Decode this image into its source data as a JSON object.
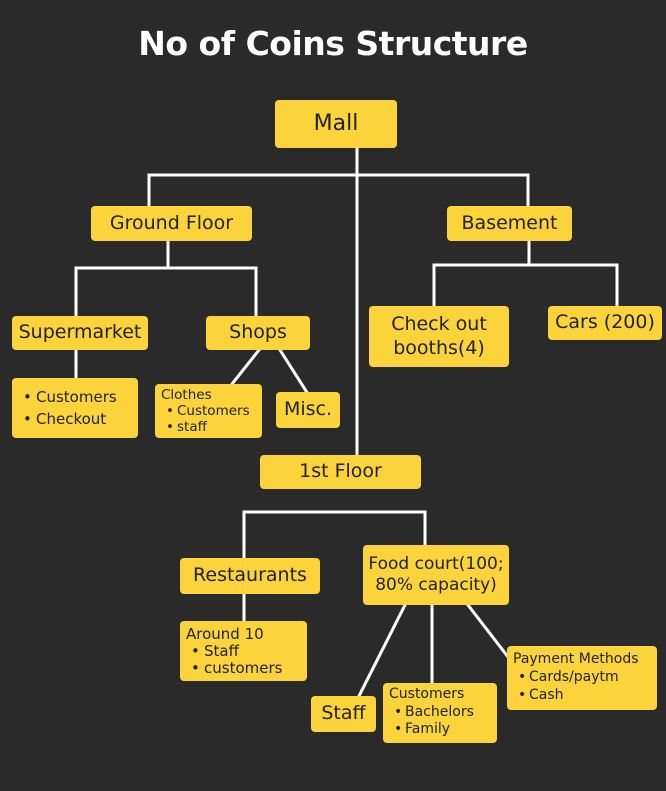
{
  "title": "No of Coins Structure",
  "nodes": {
    "mall": "Mall",
    "ground_floor": "Ground Floor",
    "basement": "Basement",
    "supermarket": "Supermarket",
    "supermarket_items": [
      "Customers",
      "Checkout"
    ],
    "shops": "Shops",
    "clothes_head": "Clothes",
    "clothes_items": [
      "Customers",
      "staff"
    ],
    "misc": "Misc.",
    "checkout_booths": "Check out booths(4)",
    "cars": "Cars (200)",
    "first_floor": "1st Floor",
    "restaurants": "Restaurants",
    "around_head": "Around 10",
    "around_items": [
      "Staff",
      "customers"
    ],
    "food_court": "Food court(100; 80% capacity)",
    "staff": "Staff",
    "customers_head": "Customers",
    "customers_items": [
      "Bachelors",
      "Family"
    ],
    "payment_head": "Payment Methods",
    "payment_items": [
      "Cards/paytm",
      "Cash"
    ]
  },
  "colors": {
    "background": "#2a2a2a",
    "node_fill": "#fbd43c",
    "connector": "#ffffff",
    "text": "#222222",
    "title": "#ffffff"
  }
}
